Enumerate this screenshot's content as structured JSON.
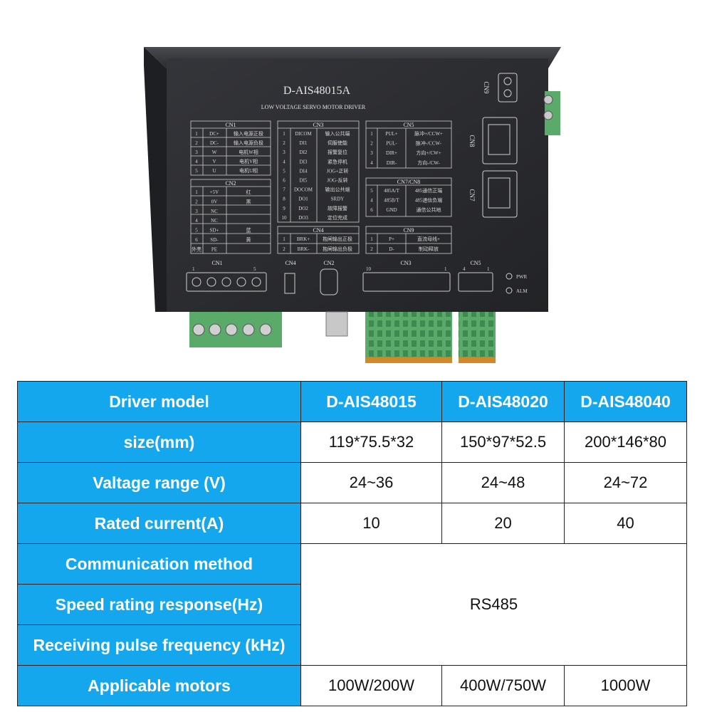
{
  "product": {
    "model_label": "D-AIS48015A",
    "subtitle": "LOW VOLTAGE SERVO MOTOR DRIVER",
    "connectors": [
      "CN1",
      "CN2",
      "CN3",
      "CN4",
      "CN5",
      "CN7/CN8",
      "CN9"
    ],
    "side_ports": [
      "CN9",
      "CN8",
      "CN7"
    ],
    "bottom_labels": [
      "CN1",
      "CN4",
      "CN2",
      "CN3",
      "CN5"
    ],
    "pin_numbers": {
      "cn1_start": "1",
      "cn1_end": "5",
      "cn3_start": "10",
      "cn3_end": "1",
      "cn5_start": "4",
      "cn5_end": "1"
    },
    "leds": [
      "PWR",
      "ALM"
    ],
    "cn1_rows": [
      [
        "1",
        "DC+",
        "输入电源正极"
      ],
      [
        "2",
        "DC-",
        "输入电源负极"
      ],
      [
        "3",
        "W",
        "电机W相"
      ],
      [
        "4",
        "V",
        "电机V相"
      ],
      [
        "5",
        "U",
        "电机U相"
      ]
    ],
    "cn2_rows": [
      [
        "1",
        "+5V",
        "红"
      ],
      [
        "2",
        "0V",
        "黑"
      ],
      [
        "3",
        "NC",
        ""
      ],
      [
        "4",
        "NC",
        ""
      ],
      [
        "5",
        "SD+",
        "蓝"
      ],
      [
        "6",
        "SD-",
        "黄"
      ],
      [
        "外壳",
        "PE",
        ""
      ]
    ],
    "cn3_rows": [
      [
        "1",
        "DICOM",
        "输入公共端"
      ],
      [
        "2",
        "DI1",
        "伺服使能"
      ],
      [
        "3",
        "DI2",
        "报警复位"
      ],
      [
        "4",
        "DI3",
        "紧急停机"
      ],
      [
        "5",
        "DI4",
        "JOG+正转"
      ],
      [
        "6",
        "DI5",
        "JOG-反转"
      ],
      [
        "7",
        "DOCOM",
        "输出公共端"
      ],
      [
        "8",
        "DO1",
        "SRDY"
      ],
      [
        "9",
        "DO2",
        "故障报警"
      ],
      [
        "10",
        "DO3",
        "定位完成"
      ]
    ],
    "cn4_rows": [
      [
        "1",
        "BRK+",
        "抱闸输出正极"
      ],
      [
        "2",
        "BRK-",
        "抱闸输出负极"
      ]
    ],
    "cn5_rows": [
      [
        "1",
        "PUL+",
        "脉冲+/CCW+"
      ],
      [
        "2",
        "PUL-",
        "脉冲-/CCW-"
      ],
      [
        "3",
        "DIR+",
        "方向+/CW+"
      ],
      [
        "4",
        "DIR-",
        "方向-/CW-"
      ]
    ],
    "cn78_rows": [
      [
        "5",
        "485A/T",
        "485通信正端"
      ],
      [
        "4",
        "485B/T",
        "485通信负端"
      ],
      [
        "6",
        "GND",
        "通信公共地"
      ]
    ],
    "cn9_rows": [
      [
        "1",
        "P+",
        "直流母线+"
      ],
      [
        "2",
        "D-",
        "制动释放"
      ]
    ]
  },
  "table": {
    "header": {
      "label": "Driver model",
      "models": [
        "D-AIS48015",
        "D-AIS48020",
        "D-AIS48040"
      ]
    },
    "rows": [
      {
        "label": "size(mm)",
        "values": [
          "119*75.5*32",
          "150*97*52.5",
          "200*146*80"
        ]
      },
      {
        "label": "Valtage range (V)",
        "values": [
          "24~36",
          "24~48",
          "24~72"
        ]
      },
      {
        "label": "Rated current(A)",
        "values": [
          "10",
          "20",
          "40"
        ]
      }
    ],
    "merged_labels": [
      "Communication method",
      "Speed rating response(Hz)",
      "Receiving pulse frequency (kHz)"
    ],
    "merged_value": "RS485",
    "motors": {
      "label": "Applicable motors",
      "values": [
        "100W/200W",
        "400W/750W",
        "1000W"
      ]
    }
  },
  "colors": {
    "header_bg": "#14a7ee",
    "panel": "#2b2c30",
    "terminal_green": "#5aab6a"
  }
}
